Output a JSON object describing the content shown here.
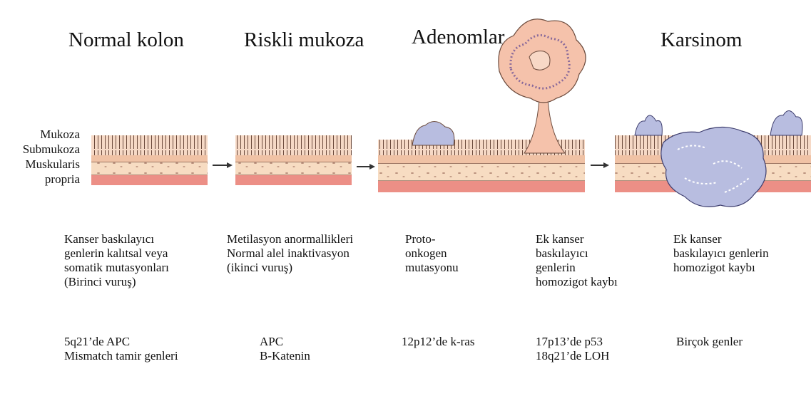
{
  "stages": [
    {
      "title": "Normal kolon",
      "description": "Kanser baskılayıcı\ngenlerin kalıtsal veya\nsomatik mutasyonları\n(Birinci vuruş)",
      "genes": "5q21’de APC\nMismatch tamir genleri"
    },
    {
      "title": "Riskli mukoza",
      "description": "Metilasyon anormallikleri\nNormal alel inaktivasyon\n(ikinci vuruş)",
      "genes": "APC\nB-Katenin"
    },
    {
      "title": "Adenomlar",
      "description": "Proto-\nonkogen\nmutasyonu",
      "genes": "12p12’de k-ras"
    },
    {
      "title": "",
      "description": "Ek kanser\nbaskılayıcı\ngenlerin\nhomozigot kaybı",
      "genes": "17p13’de p53\n18q21’de LOH"
    },
    {
      "title": "Karsinom",
      "description": "Ek kanser\nbaskılayıcı genlerin\nhomozigot kaybı",
      "genes": "Birçok genler"
    }
  ],
  "layer_labels": [
    "Mukoza",
    "Submukoza",
    "Muskularis",
    "propria"
  ],
  "colors": {
    "mucosa": "#f4cdb8",
    "submucosa": "#f7dcc2",
    "muscularis": "#ec8f86",
    "line": "#6b4a3c",
    "tumor": "#b8bde0",
    "adenoma": "#f5c2ab"
  }
}
